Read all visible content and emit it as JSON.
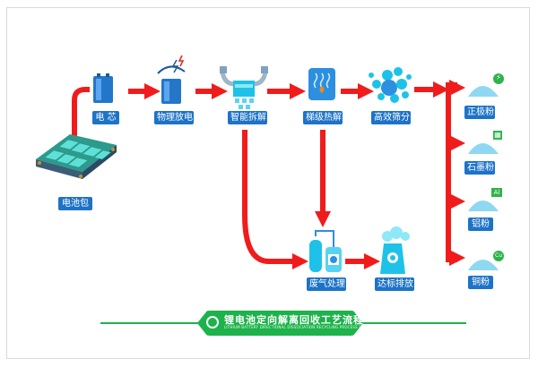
{
  "title": {
    "main": "锂电池定向解离回收工艺流程",
    "sub": "LITHIUM BATTERY DIRECTIONAL DISSOCIATION RECYCLING PROCESS FLOW"
  },
  "nodes": {
    "battery_pack": "电池包",
    "cell": "电  芯",
    "discharge": "物理放电",
    "dismantle": "智能拆解",
    "pyrolysis": "梯级热解",
    "sieving": "高效筛分",
    "waste_gas": "废气处理",
    "emission": "达标排放"
  },
  "products": [
    {
      "label": "正极粉",
      "badge": "⚡",
      "badge_color": "#2fb34a"
    },
    {
      "label": "石墨粉",
      "badge": "▦",
      "badge_color": "#2fb34a"
    },
    {
      "label": "铝粉",
      "badge": "Al",
      "badge_color": "#2fb34a"
    },
    {
      "label": "铜粉",
      "badge": "Cu",
      "badge_color": "#2fb34a"
    }
  ],
  "colors": {
    "arrow": "#f01c1c",
    "label_bg": "#1d73c7",
    "icon_blue": "#2c8fe0",
    "icon_cyan": "#1ec2e8",
    "accent_green": "#1db24b"
  }
}
